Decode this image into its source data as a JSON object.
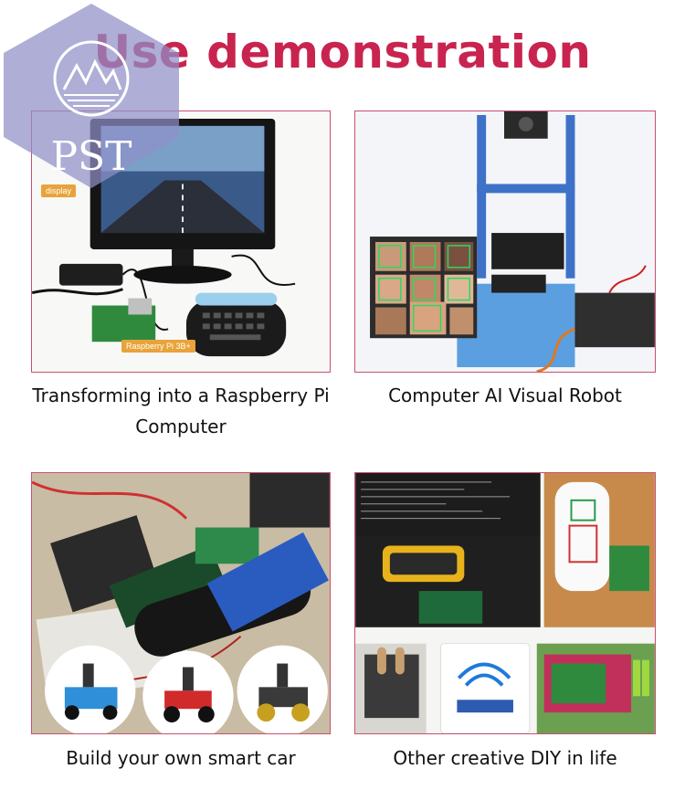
{
  "title": "Use demonstration",
  "watermark": {
    "text": "PST"
  },
  "panels": [
    {
      "caption_line1": "Transforming into a Raspberry Pi",
      "caption_line2": "Computer",
      "label_display": "display",
      "label_board": "Raspberry Pi 3B+"
    },
    {
      "caption": "Computer AI Visual Robot"
    },
    {
      "caption": "Build your own smart car"
    },
    {
      "caption": "Other creative DIY in life"
    }
  ],
  "colors": {
    "title": "#c8244f",
    "panel_border": "#c9506e",
    "tag": "#e8a33a"
  }
}
